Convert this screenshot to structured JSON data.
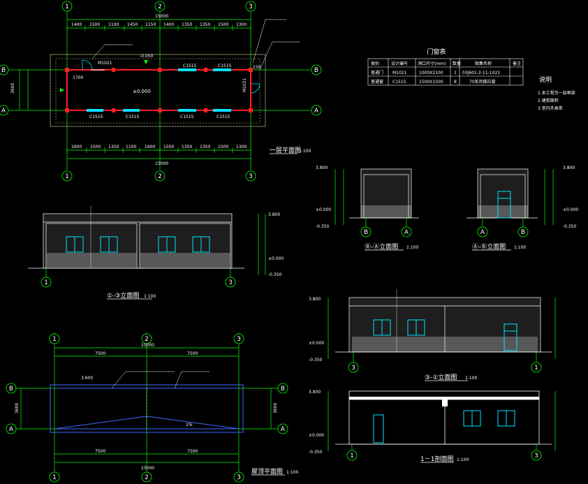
{
  "colors": {
    "background": "#000000",
    "axis": "#00ff00",
    "wall": "#ffffff",
    "red": "#ff2020",
    "cyan": "#00e5ff",
    "hatch": "#8a8a8a",
    "blue": "#3a6bff",
    "yellow": "#ffff40"
  },
  "grid_labels": {
    "g1": "1",
    "g2": "2",
    "g3": "3",
    "gA": "A",
    "gB": "B"
  },
  "plan1": {
    "title": "一层平面图",
    "scale": "1:100",
    "total": "15000",
    "top_dims": [
      "1400",
      "1500",
      "1100",
      "1450",
      "1150",
      "1400",
      "1350",
      "1350",
      "1500",
      "1300"
    ],
    "bottom_dims": [
      "1600",
      "1500",
      "1350",
      "1100",
      "1600",
      "1500",
      "1350",
      "1350",
      "1500",
      "1300"
    ],
    "left_dim": "3600",
    "win1": "C1515",
    "win2": "C1515",
    "win3": "C1515",
    "win4": "C1515",
    "win5": "C1515",
    "win6": "C1515",
    "door1": "M1021",
    "door2": "M1021",
    "elev": "±0.000",
    "level": "-0.050",
    "d1700": "1700",
    "d150": "150"
  },
  "door_table": {
    "title": "门窗表",
    "headers": [
      "类别",
      "设计编号",
      "洞口尺寸(mm)",
      "数量",
      "图集名称",
      "备注"
    ],
    "rows": [
      [
        "普通门",
        "M1021",
        "1000X2100",
        "1",
        "03J601-2-11-1021",
        ""
      ],
      [
        "普通窗",
        "C1515",
        "1500X1500",
        "8",
        "70系列推拉窗",
        ""
      ]
    ]
  },
  "notes": {
    "title": "说明",
    "lines": [
      "1.本工程为一层框架",
      "2.建筑面积",
      "3.室内外高差"
    ]
  },
  "elev_1_3": {
    "title": "①-③立面图",
    "scale": "1:100",
    "h1": "3.800",
    "h2": "±0.000",
    "h3": "-0.350"
  },
  "elev_B_A": {
    "title": "Ⓑ-Ⓐ立面图",
    "scale": "1:100",
    "top": "3.800",
    "zero": "±0.000",
    "base": "-0.350"
  },
  "elev_A_B": {
    "title": "Ⓐ-Ⓑ立面图",
    "scale": "1:100",
    "top": "3.800",
    "zero": "±0.000",
    "base": "-0.350"
  },
  "elev_3_1": {
    "title": "③-①立面图",
    "scale": "1:100",
    "top": "3.800",
    "zero": "±0.000",
    "base": "-0.350"
  },
  "roof_plan": {
    "title": "屋顶平面图",
    "scale": "1:100",
    "total": "15000",
    "d1": "7500",
    "d2": "7500",
    "left": "3600",
    "right": "3600",
    "slope": "1%",
    "elev": "3.600"
  },
  "section": {
    "title": "1－1剖面图",
    "scale": "1:100",
    "top": "3.800",
    "zero": "±0.000",
    "base": "-0.350"
  }
}
